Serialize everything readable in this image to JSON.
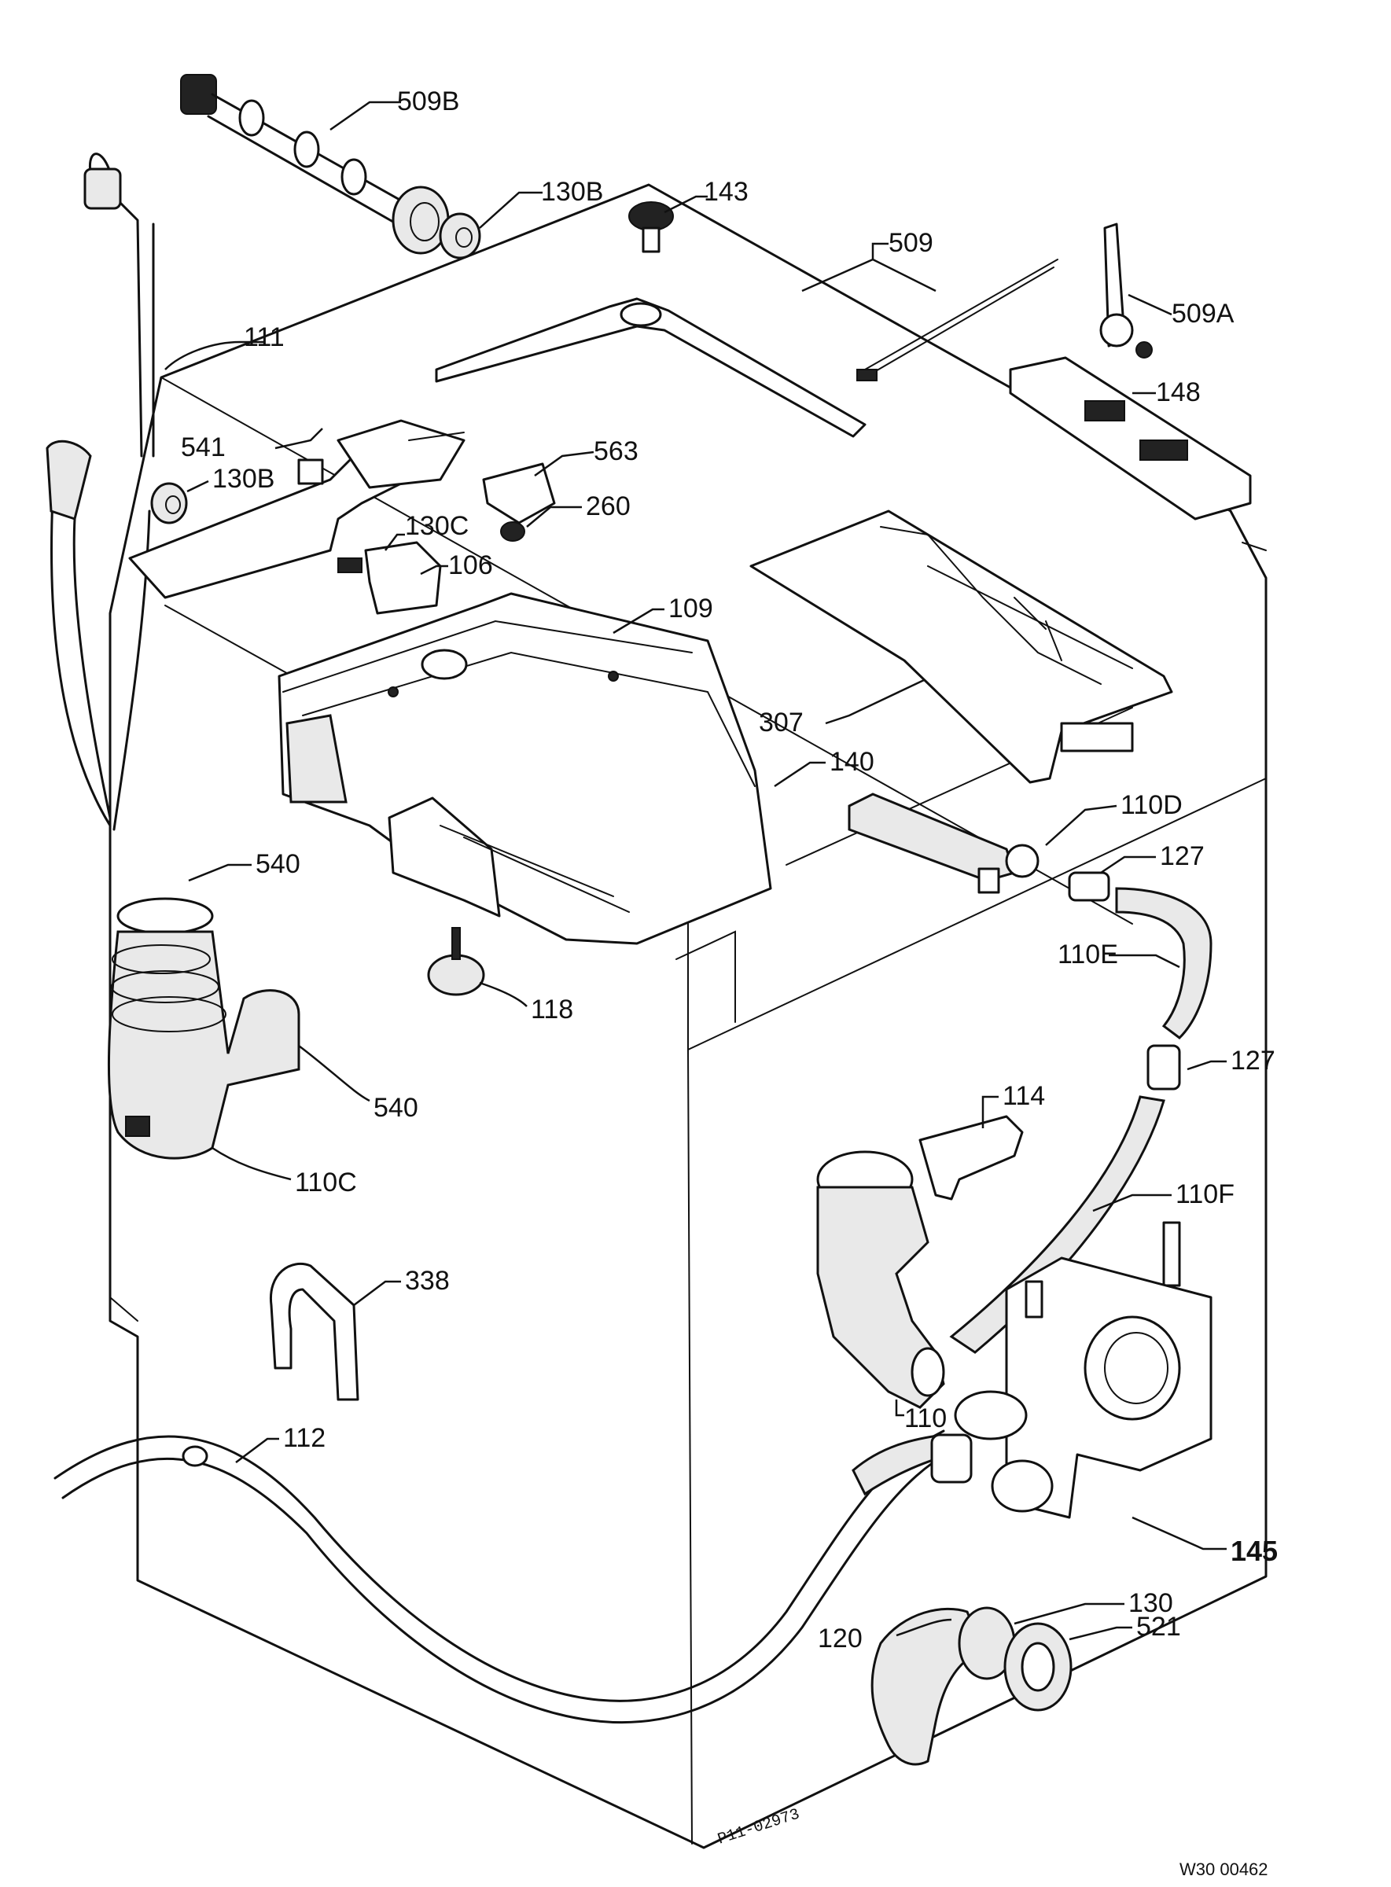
{
  "labels": {
    "p509b": "509B",
    "p130b_top": "130B",
    "p143": "143",
    "p509": "509",
    "p509a": "509A",
    "p111": "111",
    "p148": "148",
    "p541": "541",
    "p130b_mid": "130B",
    "p563": "563",
    "p260": "260",
    "p130c": "130C",
    "p106": "106",
    "p109": "109",
    "p307": "307",
    "p140": "140",
    "p110d": "110D",
    "p540_top": "540",
    "p127_top": "127",
    "p110e": "110E",
    "p118": "118",
    "p127_mid": "127",
    "p540_mid": "540",
    "p114": "114",
    "p110c": "110C",
    "p110f": "110F",
    "p338": "338",
    "p110": "110",
    "p112": "112",
    "p145": "145",
    "p130": "130",
    "p120": "120",
    "p521": "521"
  },
  "stamp": "P11-02973",
  "reference": "W30 00462"
}
